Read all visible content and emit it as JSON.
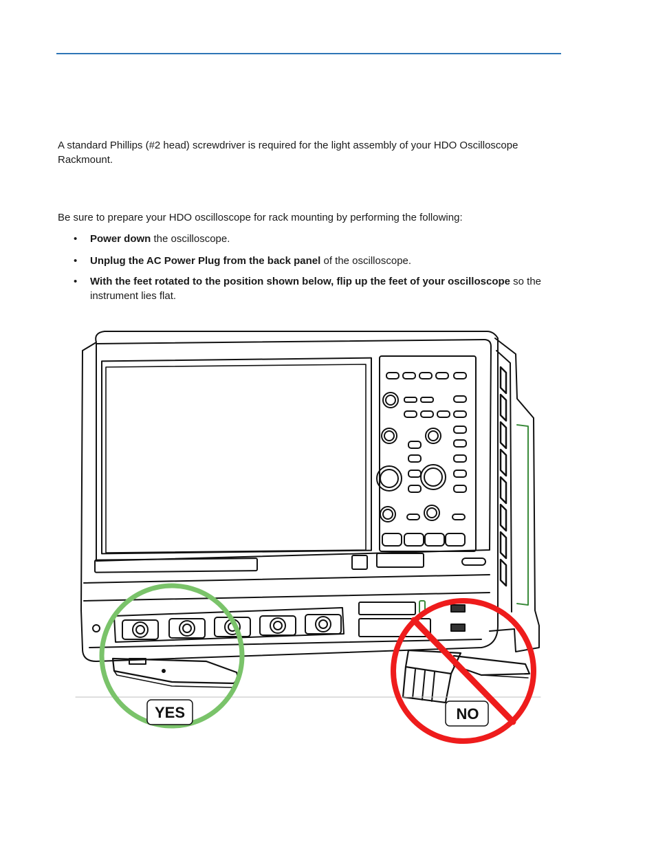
{
  "intro": {
    "tool_text": "A standard Phillips (#2 head) screwdriver is required for the light assembly of your HDO Oscilloscope Rackmount."
  },
  "prepare": {
    "lead": "Be sure to prepare your HDO oscilloscope for rack mounting by performing the following:",
    "steps": [
      {
        "bold": "Power down",
        "rest": " the oscilloscope."
      },
      {
        "bold": "Unplug the AC Power Plug from the back panel",
        "rest": " of the oscilloscope."
      },
      {
        "bold": "With the feet rotated to the position shown below, flip up the feet of your oscilloscope",
        "rest": " so the instrument lies flat."
      }
    ]
  },
  "figure": {
    "yes_label": "YES",
    "no_label": "NO",
    "colors": {
      "yes_ring": "#7ac36a",
      "no_ring": "#ee1c1c",
      "accent_rule": "#2e75b6"
    }
  }
}
